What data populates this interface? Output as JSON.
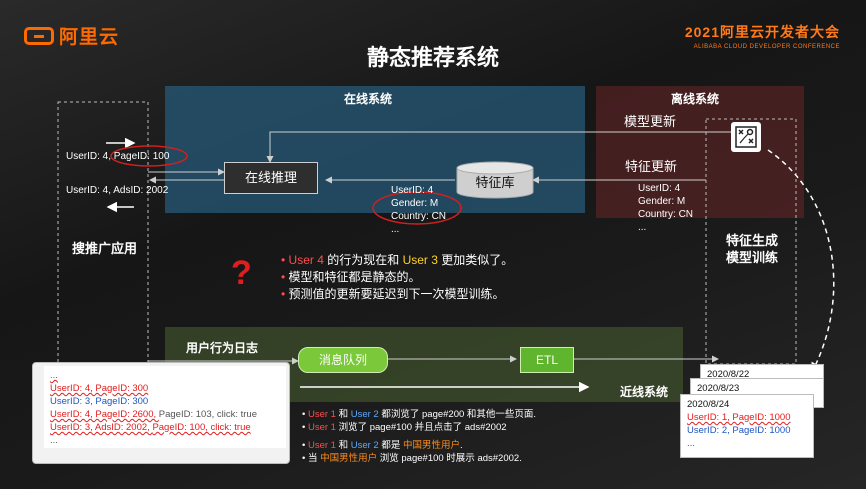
{
  "logo": {
    "text": "阿里云"
  },
  "conference": {
    "title": "2021阿里云开发者大会",
    "subtitle": "ALIBABA CLOUD DEVELOPER CONFERENCE"
  },
  "slide": {
    "title": "静态推荐系统"
  },
  "zones": {
    "online": "在线系统",
    "offline": "离线系统",
    "nearline": "近线系统"
  },
  "app": {
    "label": "搜推广应用"
  },
  "request": {
    "userid": "UserID: 4,",
    "pageid": "PageID: 100",
    "response": "UserID: 4, AdsID: 2002"
  },
  "online": {
    "inference": "在线推理",
    "feature_store": "特征库",
    "features": [
      "UserID: 4",
      "Gender: M",
      "Country: CN",
      "..."
    ]
  },
  "offline": {
    "model_update": "模型更新",
    "feature_update": "特征更新",
    "features": [
      "UserID: 4",
      "Gender: M",
      "Country: CN",
      "..."
    ],
    "training": [
      "特征生成",
      "模型训练"
    ]
  },
  "question": {
    "bullets": [
      {
        "parts": [
          {
            "t": "User 4",
            "c": "red"
          },
          {
            "t": " 的行为现在和 ",
            "c": "white"
          },
          {
            "t": "User 3",
            "c": "yellow"
          },
          {
            "t": " 更加类似了。",
            "c": "white"
          }
        ]
      },
      {
        "parts": [
          {
            "t": "模型和特征都是静态的。",
            "c": "white"
          }
        ]
      },
      {
        "parts": [
          {
            "t": "预测值的更新要延迟到下一次模型训练。",
            "c": "white"
          }
        ]
      }
    ]
  },
  "nearline": {
    "log": "用户行为日志",
    "queue": "消息队列",
    "etl": "ETL"
  },
  "log_doc": {
    "lines": [
      {
        "parts": [
          {
            "t": "...",
            "c": "red"
          }
        ]
      },
      {
        "parts": [
          {
            "t": "UserID: 4, PageID: 300",
            "c": "red"
          }
        ]
      },
      {
        "parts": [
          {
            "t": "UserID: 3, PageID: 300",
            "c": "blue"
          }
        ]
      },
      {
        "parts": [
          {
            "t": "UserID: 4, PageID: 2600, ",
            "c": "red"
          },
          {
            "t": "PageID: 103, click: true",
            "c": "gray"
          }
        ]
      },
      {
        "parts": [
          {
            "t": "UserID: 3, AdsID: 2002, ",
            "c": "red"
          },
          {
            "t": "PageID: 100, click: true",
            "c": "red"
          }
        ]
      },
      {
        "parts": [
          {
            "t": "...",
            "c": "gray"
          }
        ]
      }
    ]
  },
  "notes": {
    "bullets": [
      {
        "parts": [
          {
            "t": "User 1",
            "c": "red"
          },
          {
            "t": " 和 ",
            "c": "white"
          },
          {
            "t": "User 2",
            "c": "blue"
          },
          {
            "t": " 都浏览了 page#200 和其他一些页面.",
            "c": "white"
          }
        ]
      },
      {
        "parts": [
          {
            "t": "User 1",
            "c": "red"
          },
          {
            "t": " 浏览了 page#100 并且点击了 ads#2002",
            "c": "white"
          }
        ]
      },
      {
        "parts": [
          {
            "t": "User 1",
            "c": "red"
          },
          {
            "t": " 和 ",
            "c": "white"
          },
          {
            "t": "User 2",
            "c": "blue"
          },
          {
            "t": " 都是 ",
            "c": "white"
          },
          {
            "t": "中国男性用户",
            "c": "orange"
          },
          {
            "t": ".",
            "c": "white"
          }
        ]
      },
      {
        "parts": [
          {
            "t": "当 ",
            "c": "white"
          },
          {
            "t": "中国男性用户",
            "c": "orange"
          },
          {
            "t": " 浏览 page#100 时展示 ads#2002.",
            "c": "white"
          }
        ]
      }
    ]
  },
  "date_docs": {
    "dates": [
      "2020/8/22",
      "2020/8/23",
      "2020/8/24"
    ],
    "lines": [
      {
        "parts": [
          {
            "t": "UserID: 1, PageID: 1000",
            "c": "red"
          }
        ]
      },
      {
        "parts": [
          {
            "t": "UserID: 2, PageID: 1000",
            "c": "blue"
          }
        ]
      },
      {
        "parts": [
          {
            "t": "...",
            "c": "gray"
          }
        ]
      }
    ]
  }
}
